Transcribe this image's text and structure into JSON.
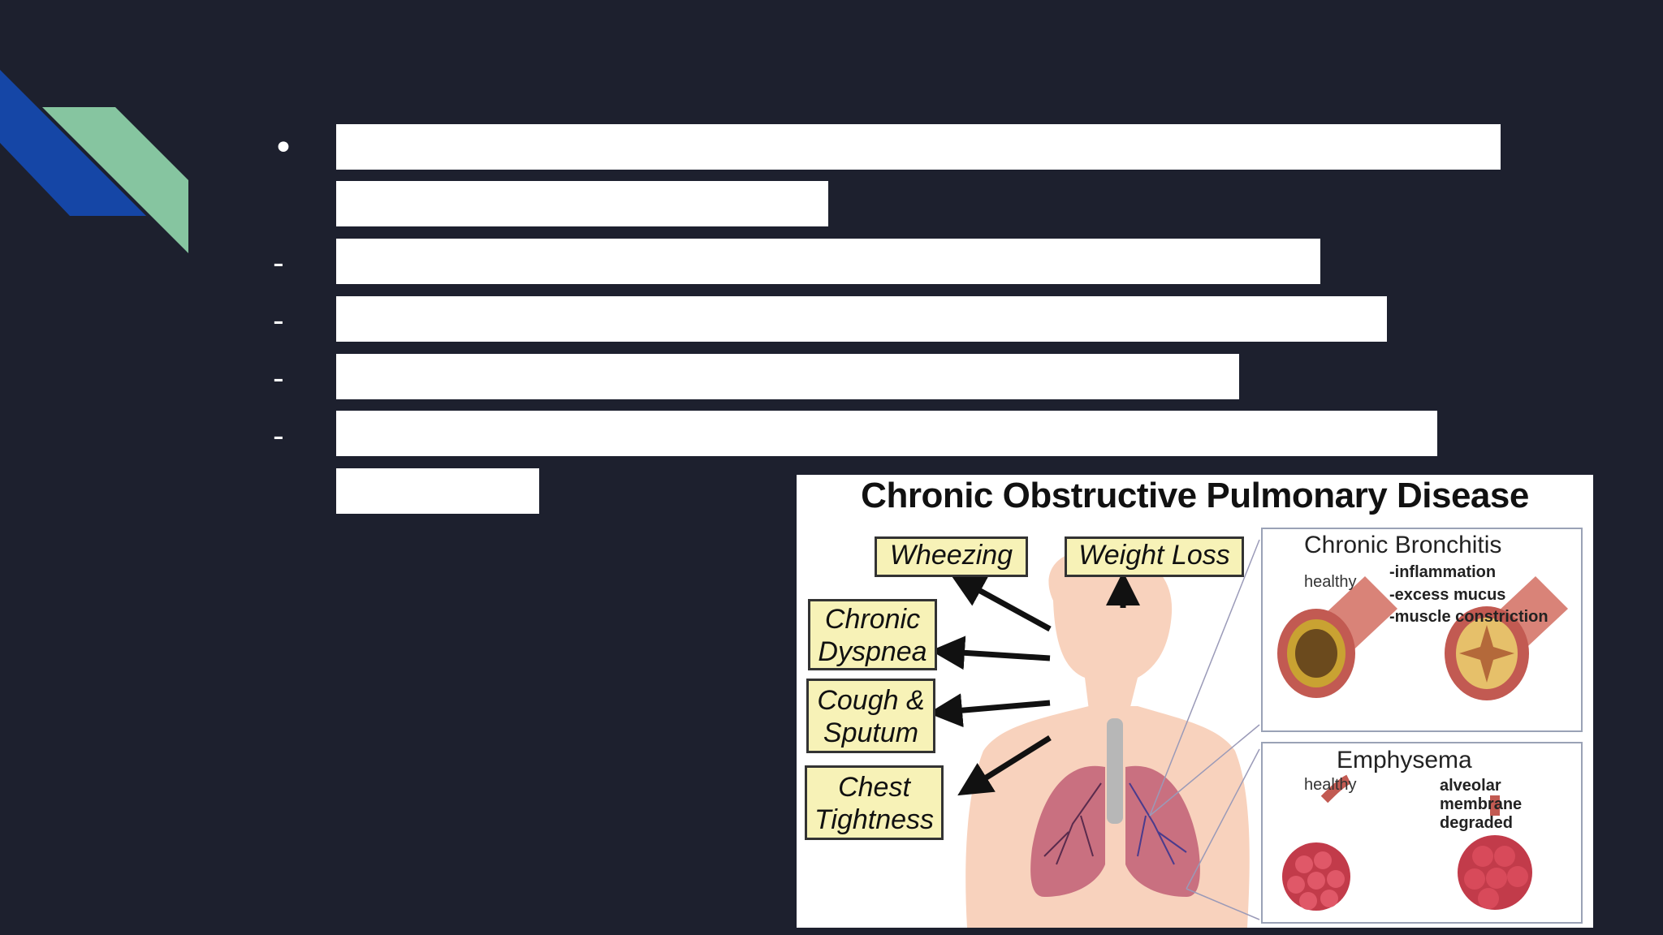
{
  "figure": {
    "title": "Chronic Obstructive Pulmonary Disease",
    "symptoms": [
      "Wheezing",
      "Weight Loss",
      "Chronic Dyspnea",
      "Cough & Sputum",
      "Chest Tightness"
    ],
    "bronchitis": {
      "title": "Chronic Bronchitis",
      "healthy": "healthy",
      "notes": [
        "-inflammation",
        "-excess mucus",
        "-muscle constriction"
      ]
    },
    "emphysema": {
      "title": "Emphysema",
      "healthy": "healthy",
      "notes": [
        "alveolar",
        "membrane",
        "degraded"
      ]
    }
  },
  "colors": {
    "background": "#1d202e",
    "accent_blue": "#1546a6",
    "accent_green": "#86c5a0",
    "symptom_box": "#f7f2b7",
    "skin": "#f8d2bd"
  }
}
